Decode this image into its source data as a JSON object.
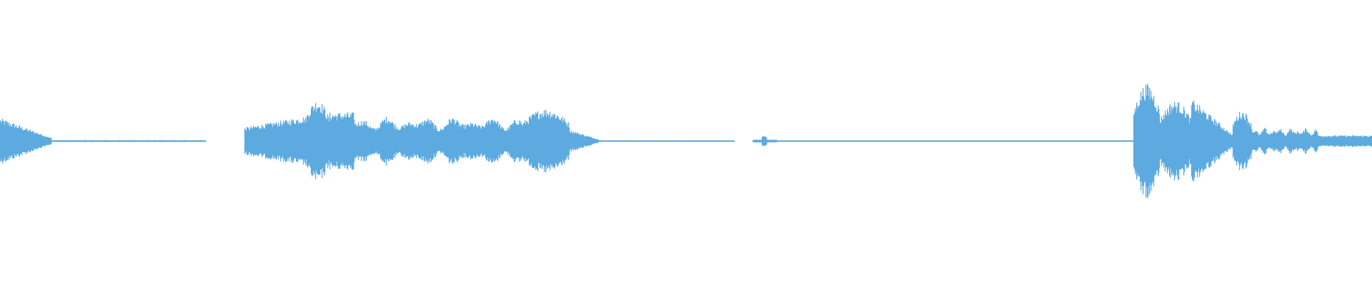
{
  "waveform": {
    "color": "#5DAAE0",
    "background": "#FFFFFF",
    "segments": [
      {
        "start": 0.0,
        "end": 0.037,
        "amp": 0.24,
        "shape": "decay"
      },
      {
        "start": 0.037,
        "end": 0.15,
        "amp": 0.01,
        "shape": "flat"
      },
      {
        "start": 0.178,
        "end": 0.222,
        "amp": 0.26,
        "shape": "rise"
      },
      {
        "start": 0.222,
        "end": 0.24,
        "amp": 0.43,
        "shape": "peak"
      },
      {
        "start": 0.24,
        "end": 0.258,
        "amp": 0.3,
        "shape": "flat"
      },
      {
        "start": 0.258,
        "end": 0.38,
        "amp": 0.26,
        "shape": "jagged"
      },
      {
        "start": 0.38,
        "end": 0.415,
        "amp": 0.34,
        "shape": "peak"
      },
      {
        "start": 0.415,
        "end": 0.436,
        "amp": 0.12,
        "shape": "decay"
      },
      {
        "start": 0.436,
        "end": 0.535,
        "amp": 0.008,
        "shape": "flat"
      },
      {
        "start": 0.548,
        "end": 0.566,
        "amp": 0.03,
        "shape": "blip"
      },
      {
        "start": 0.566,
        "end": 0.826,
        "amp": 0.006,
        "shape": "flat"
      },
      {
        "start": 0.826,
        "end": 0.845,
        "amp": 0.6,
        "shape": "peak"
      },
      {
        "start": 0.845,
        "end": 0.868,
        "amp": 0.42,
        "shape": "peak"
      },
      {
        "start": 0.868,
        "end": 0.898,
        "amp": 0.45,
        "shape": "decay"
      },
      {
        "start": 0.898,
        "end": 0.912,
        "amp": 0.32,
        "shape": "peak"
      },
      {
        "start": 0.912,
        "end": 0.96,
        "amp": 0.14,
        "shape": "jagged"
      },
      {
        "start": 0.96,
        "end": 1.0,
        "amp": 0.06,
        "shape": "flat"
      }
    ]
  }
}
